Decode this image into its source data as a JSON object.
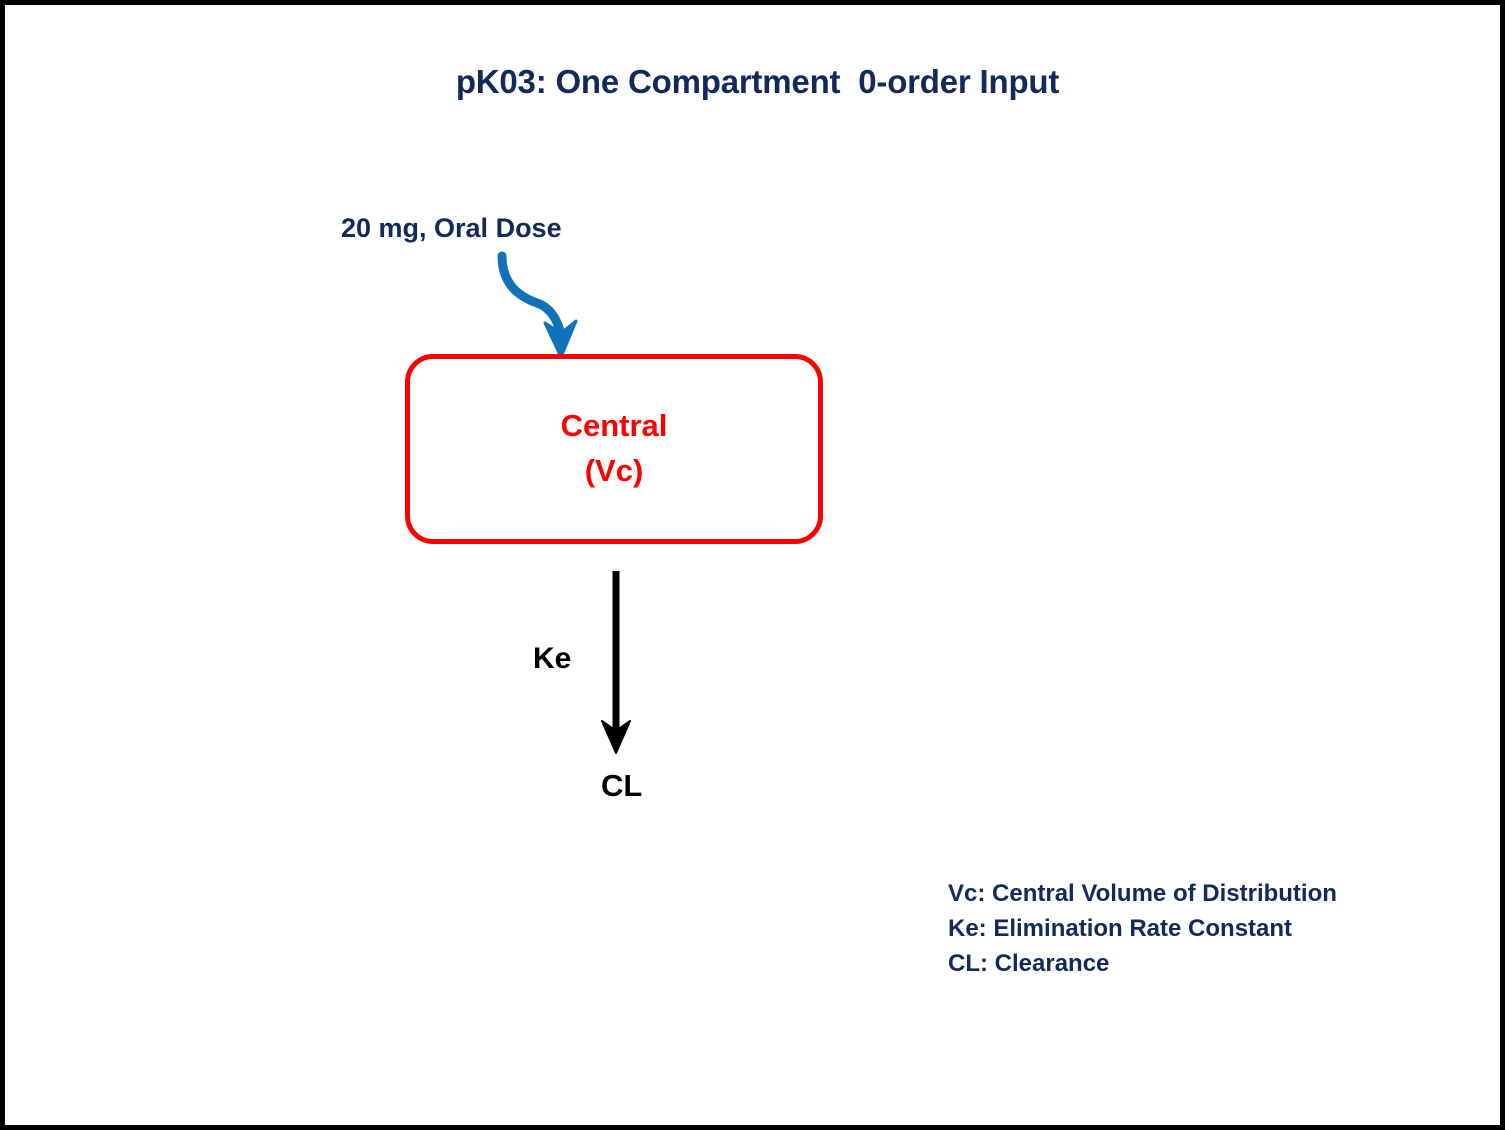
{
  "title": "pK03: One Compartment  0-order Input",
  "colors": {
    "navy": "#11295b",
    "red": "#ff0000",
    "blue": "#1072b8",
    "black": "#000000",
    "background": "#ffffff"
  },
  "dose": {
    "label": "20 mg, Oral Dose"
  },
  "input_arrow": {
    "name": "curved-input-arrow",
    "color": "#1072b8"
  },
  "compartment": {
    "name": "Central",
    "volume_symbol": "(Vc)",
    "border_color": "#ff0000"
  },
  "elimination": {
    "rate_label": "Ke",
    "clearance_label": "CL",
    "arrow_color": "#000000"
  },
  "legend": {
    "lines": [
      "Vc: Central Volume of Distribution",
      "Ke: Elimination Rate Constant",
      "CL: Clearance"
    ]
  }
}
